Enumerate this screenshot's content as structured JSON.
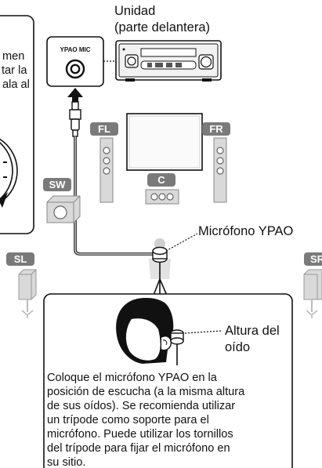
{
  "unit": {
    "title": "Unidad",
    "subtitle": "(parte delantera)",
    "mic_jack_label": "YPAO MIC"
  },
  "instruction_fragment": {
    "line1": "men",
    "line2": "tar la",
    "line3": "ala al"
  },
  "speakers": {
    "front_left": "FL",
    "front_right": "FR",
    "center": "C",
    "subwoofer": "SW",
    "surround_left": "SL",
    "surround_right": "SR"
  },
  "microphone_label": "Micrófono YPAO",
  "ear_height": {
    "line1": "Altura del",
    "line2": "oído"
  },
  "note": {
    "lines": [
      "Coloque el micrófono YPAO en la",
      "posición de escucha (a la misma altura",
      "de sus oídos). Se recomienda utilizar",
      "un trípode como soporte para el",
      "micrófono. Puede utilizar los tornillos",
      "del trípode para fijar el micrófono en",
      "su sitio."
    ]
  },
  "colors": {
    "badge": "#7a7a7a",
    "speaker_light": "#d9d9d9",
    "line": "#111111"
  }
}
